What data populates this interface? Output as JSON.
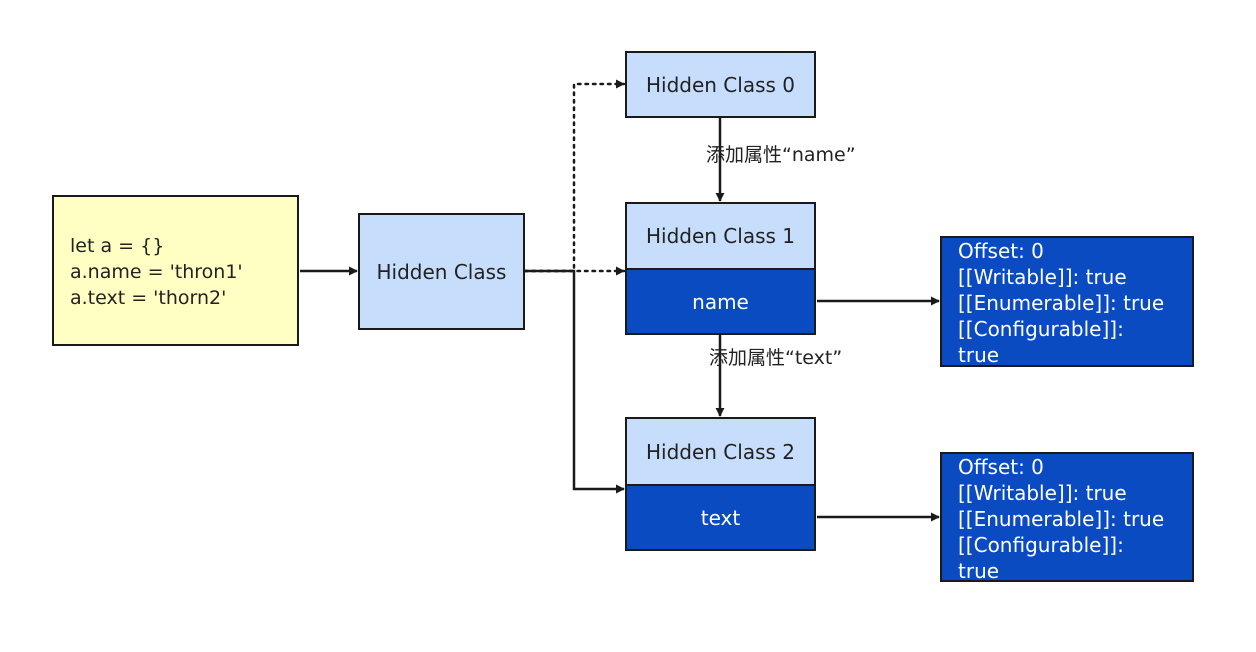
{
  "code_block": {
    "lines": [
      "let a = {}",
      "a.name = 'thron1'",
      "a.text = 'thorn2'"
    ]
  },
  "nodes": {
    "hidden_class": "Hidden Class",
    "hidden_class_0": "Hidden Class 0",
    "hidden_class_1": {
      "title": "Hidden Class 1",
      "property": "name"
    },
    "hidden_class_2": {
      "title": "Hidden Class 2",
      "property": "text"
    }
  },
  "edge_labels": {
    "add_name": "添加属性“name”",
    "add_text": "添加属性“text”"
  },
  "property_descriptors": {
    "name": [
      "Offset: 0",
      "[[Writable]]: true",
      "[[Enumerable]]: true",
      "[[Configurable]]:",
      "true"
    ],
    "text": [
      "Offset: 0",
      "[[Writable]]: true",
      "[[Enumerable]]: true",
      "[[Configurable]]:",
      "true"
    ]
  },
  "colors": {
    "code_fill": "#ffffc4",
    "light_node_fill": "#c6defb",
    "dark_node_fill": "#0a4bc1",
    "stroke": "#1a1a1a"
  }
}
